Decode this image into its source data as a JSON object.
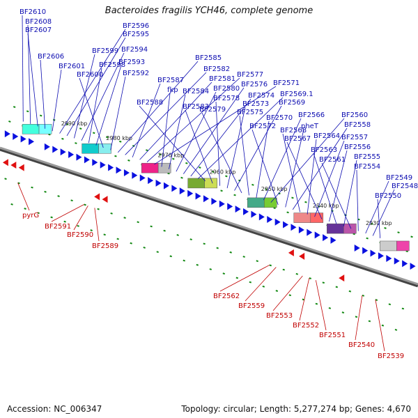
{
  "title": "Bacteroides fragilis YCH46, complete genome",
  "footer": {
    "accession": "Accession: NC_006347",
    "summary": "Topology: circular; Length: 5,277,274 bp; Genes: 4,670"
  },
  "colors": {
    "forward": "#0b0bb0",
    "reverse": "#c00000",
    "forward_arrow": "#0a10e0",
    "reverse_arrow": "#e01010",
    "backbone": "#777777",
    "dots": "#118811"
  },
  "scale_ticks": [
    "2990 kbp",
    "2980 kbp",
    "2970 kbp",
    "2960 kbp",
    "2950 kbp",
    "2940 kbp",
    "2930 kbp"
  ],
  "forward_labels": [
    "BF2610",
    "BF2608",
    "BF2607",
    "BF2606",
    "BF2601",
    "BF2596",
    "BF2595",
    "BF2599",
    "BF2594",
    "BF2598",
    "BF2593",
    "BF2600",
    "BF2592",
    "BF2585",
    "BF2582",
    "BF2587",
    "BF2581",
    "BF2577",
    "BF2571",
    "fkp",
    "BF2584",
    "BF2580",
    "BF2576",
    "BF2574",
    "BF2569.1",
    "BF2588",
    "BF2583",
    "BF2578",
    "BF2573",
    "BF2569",
    "BF2579",
    "BF2575",
    "BF2570",
    "BF2566",
    "BF2560",
    "BF2572",
    "pheT",
    "BF2558",
    "BF2568",
    "BF2564",
    "BF2557",
    "BF2567",
    "BF2556",
    "BF2563",
    "BF2555",
    "BF2561",
    "BF2554",
    "BF2549",
    "BF2548",
    "BF2550"
  ],
  "reverse_labels": [
    "pyrG",
    "BF2591",
    "BF2590",
    "BF2589",
    "BF2562",
    "BF2559",
    "BF2553",
    "BF2552",
    "BF2551",
    "BF2540",
    "BF2539"
  ]
}
